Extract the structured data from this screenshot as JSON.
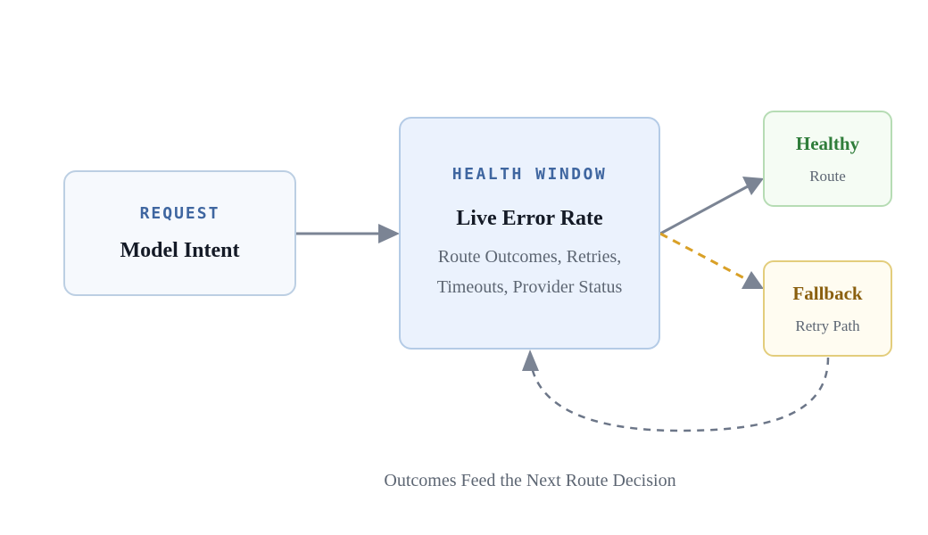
{
  "request": {
    "kicker": "REQUEST",
    "title": "Model Intent"
  },
  "health_window": {
    "kicker": "HEALTH WINDOW",
    "title": "Live Error Rate",
    "desc_line1": "Route Outcomes, Retries,",
    "desc_line2": "Timeouts, Provider Status"
  },
  "healthy": {
    "title": "Healthy",
    "sub": "Route"
  },
  "fallback": {
    "title": "Fallback",
    "sub": "Retry Path"
  },
  "caption": "Outcomes Feed the Next Route Decision",
  "colors": {
    "arrow": "#7b8494",
    "fallback_arrow": "#d9a027",
    "feedback_arrow": "#6c7688"
  }
}
